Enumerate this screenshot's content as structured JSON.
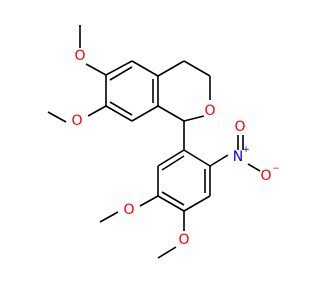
{
  "molecule": {
    "atoms": {
      "o_methoxy_top": "O",
      "o_methoxy_left": "O",
      "o_ring": "O",
      "n_nitro": "N",
      "n_charge": "+",
      "o_nitro": "O",
      "o_nitro_charge": "−",
      "o_methoxy_bottom_left": "O",
      "o_methoxy_bottom": "O"
    },
    "colors": {
      "bond": "#000000",
      "oxygen": "#ff0000",
      "nitrogen": "#0000ff"
    }
  }
}
